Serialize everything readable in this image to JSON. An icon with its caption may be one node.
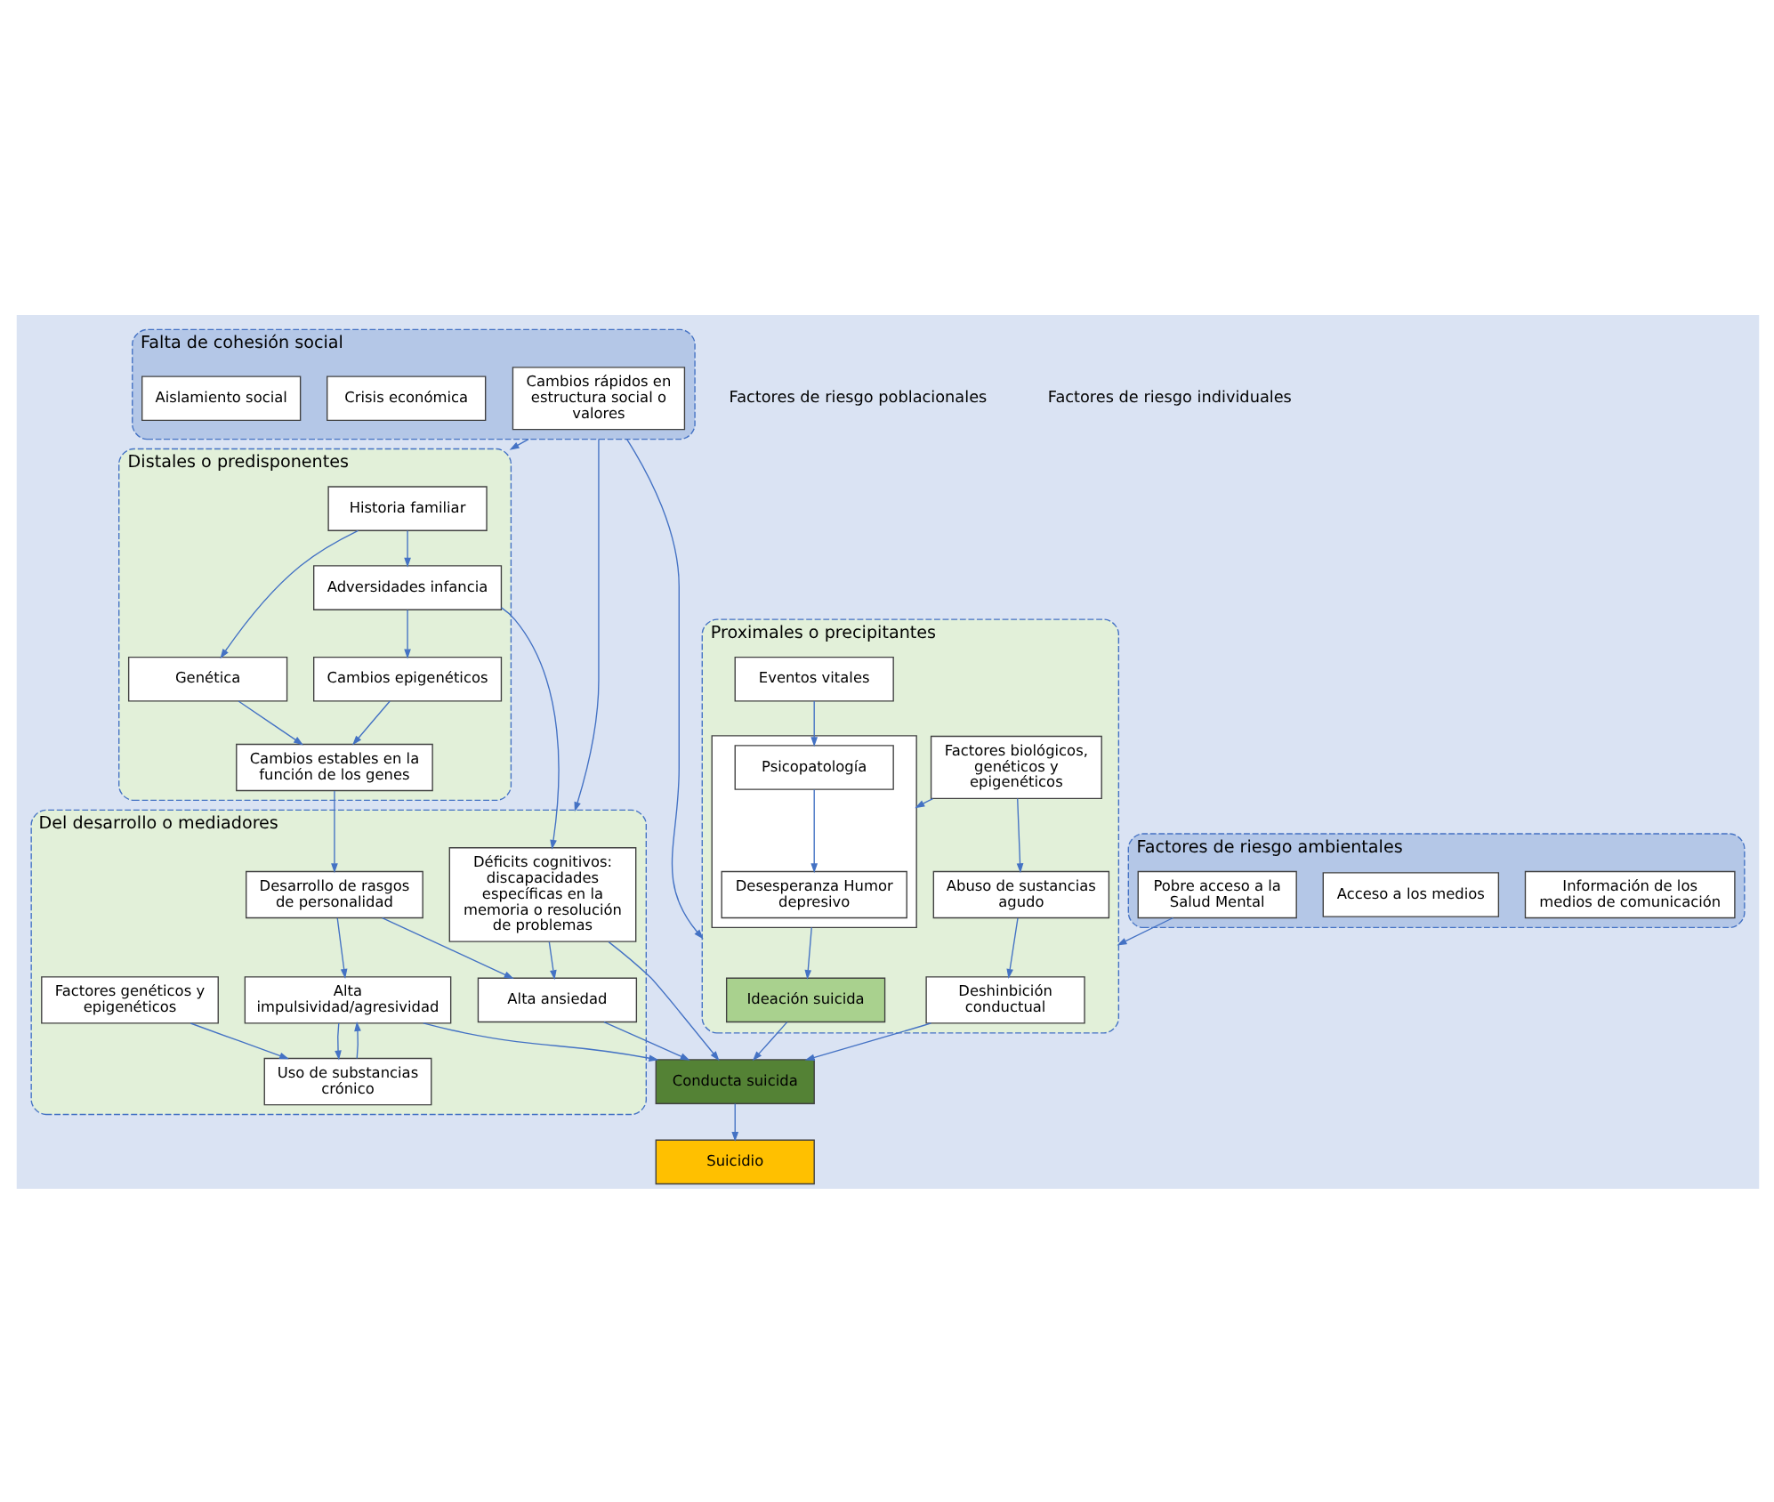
{
  "diagram": {
    "nodes": [
      {
        "text": [
          "Falta de cohesión social"
        ]
      },
      {
        "text": [
          "Cambios rápidos en estructura social o valores"
        ],
        "in": 0
      },
      {
        "text": [
          "Crisis económica"
        ],
        "in": 0
      },
      {
        "text": [
          "Aislamiento social"
        ],
        "in": 0
      },
      {
        "text": [
          "Suicidio"
        ]
      },
      {
        "text": [
          "Conducta suicida"
        ]
      },
      {
        "text": [
          "Distales o predisponentes"
        ]
      },
      {
        "text": [
          "Historia familiar"
        ],
        "in": 6
      },
      {
        "text": [
          "Adversidades infancia"
        ],
        "in": 6
      },
      {
        "text": [
          "Cambios epigenéticos"
        ],
        "in": 6
      },
      {
        "text": [
          "Genética"
        ],
        "in": 6
      },
      {
        "text": [
          "Cambios estables en la función de los genes"
        ],
        "in": 6
      },
      {
        "text": [
          "Del desarrollo o mediadores"
        ]
      },
      {
        "text": [
          "Déficits cognitivos: discapacidades específicas en la memoria o resolución de problemas"
        ],
        "in": 12
      },
      {
        "text": [
          "Alta ansiedad"
        ],
        "in": 12
      },
      {
        "text": [
          "Desarrollo de rasgos de personalidad"
        ],
        "in": 12
      },
      {
        "text": [
          "Alta impulsividad/agresividad"
        ],
        "in": 12
      },
      {
        "text": [
          "Factores genéticos y epigenéticos"
        ],
        "in": 12
      },
      {
        "text": [
          "Uso de substancias crónico"
        ],
        "in": 12
      },
      {
        "text": [
          "Proximales o precipitantes"
        ]
      },
      {
        "text": [
          "Deshinbición conductual"
        ],
        "in": 19
      },
      {
        "text": [
          "Ideación suicida"
        ],
        "in": 19
      },
      {
        "text": [
          "Abuso de sustancias agudo"
        ],
        "in": 19
      },
      {
        "text": [],
        "shape": "box",
        "in": 19
      },
      {
        "text": [
          "Desesperanza Humor depresivo"
        ],
        "in": 23
      },
      {
        "text": [
          "Psicopatología"
        ],
        "in": 23
      },
      {
        "text": [
          "Factores biológicos, genéticos y epigenéticos"
        ],
        "in": 19
      },
      {
        "text": [
          "Eventos vitales"
        ],
        "in": 19
      },
      {
        "text": [
          "Factores de riesgo ambientales"
        ]
      },
      {
        "text": [
          "Información de los medios de comunicación"
        ],
        "in": 28
      },
      {
        "text": [
          "Acceso a los medios"
        ],
        "in": 28
      },
      {
        "text": [
          "Pobre acceso a la Salud Mental"
        ],
        "in": 28
      }
    ],
    "edges": [
      {
        "from": 0,
        "to": 6,
        "arrow": "to"
      },
      {
        "from": 0,
        "to": 12,
        "arrow": "to"
      },
      {
        "from": 0,
        "to": 19,
        "arrow": "to"
      },
      {
        "from": 5,
        "to": 4,
        "arrow": "to"
      },
      {
        "from": 21,
        "to": 5,
        "arrow": "to"
      },
      {
        "from": 7,
        "to": 8,
        "arrow": "to"
      },
      {
        "from": 7,
        "to": 10,
        "arrow": "to"
      },
      {
        "from": 8,
        "to": 9,
        "arrow": "to"
      },
      {
        "from": 9,
        "to": 11,
        "arrow": "to"
      },
      {
        "from": 10,
        "to": 11,
        "arrow": "to"
      },
      {
        "from": 8,
        "to": 13,
        "arrow": "to"
      },
      {
        "from": 11,
        "to": 15,
        "arrow": "to"
      },
      {
        "from": 13,
        "to": 14,
        "arrow": "to"
      },
      {
        "from": 15,
        "to": 14,
        "arrow": "to"
      },
      {
        "from": 15,
        "to": 16,
        "arrow": "to"
      },
      {
        "from": 16,
        "to": 18,
        "arrow": "to"
      },
      {
        "from": 18,
        "to": 16,
        "arrow": "to"
      },
      {
        "from": 17,
        "to": 18,
        "arrow": "to"
      },
      {
        "from": 13,
        "to": 5,
        "arrow": "to"
      },
      {
        "from": 14,
        "to": 5,
        "arrow": "to"
      },
      {
        "from": 16,
        "to": 5,
        "arrow": "to"
      },
      {
        "from": 20,
        "to": 5,
        "arrow": "to"
      },
      {
        "from": 22,
        "to": 20,
        "arrow": "to"
      },
      {
        "from": 26,
        "to": 22,
        "arrow": "to"
      },
      {
        "from": 26,
        "to": 23,
        "arrow": "to"
      },
      {
        "from": 25,
        "to": 24,
        "arrow": "to"
      },
      {
        "from": 27,
        "to": 25,
        "arrow": "to"
      },
      {
        "from": 23,
        "to": 21,
        "arrow": "to"
      },
      {
        "from": 31,
        "to": 19,
        "arrow": "to"
      }
    ],
    "labels": [
      "Factores de riesgo poblacionales",
      "Factores de riesgo individuales"
    ]
  }
}
